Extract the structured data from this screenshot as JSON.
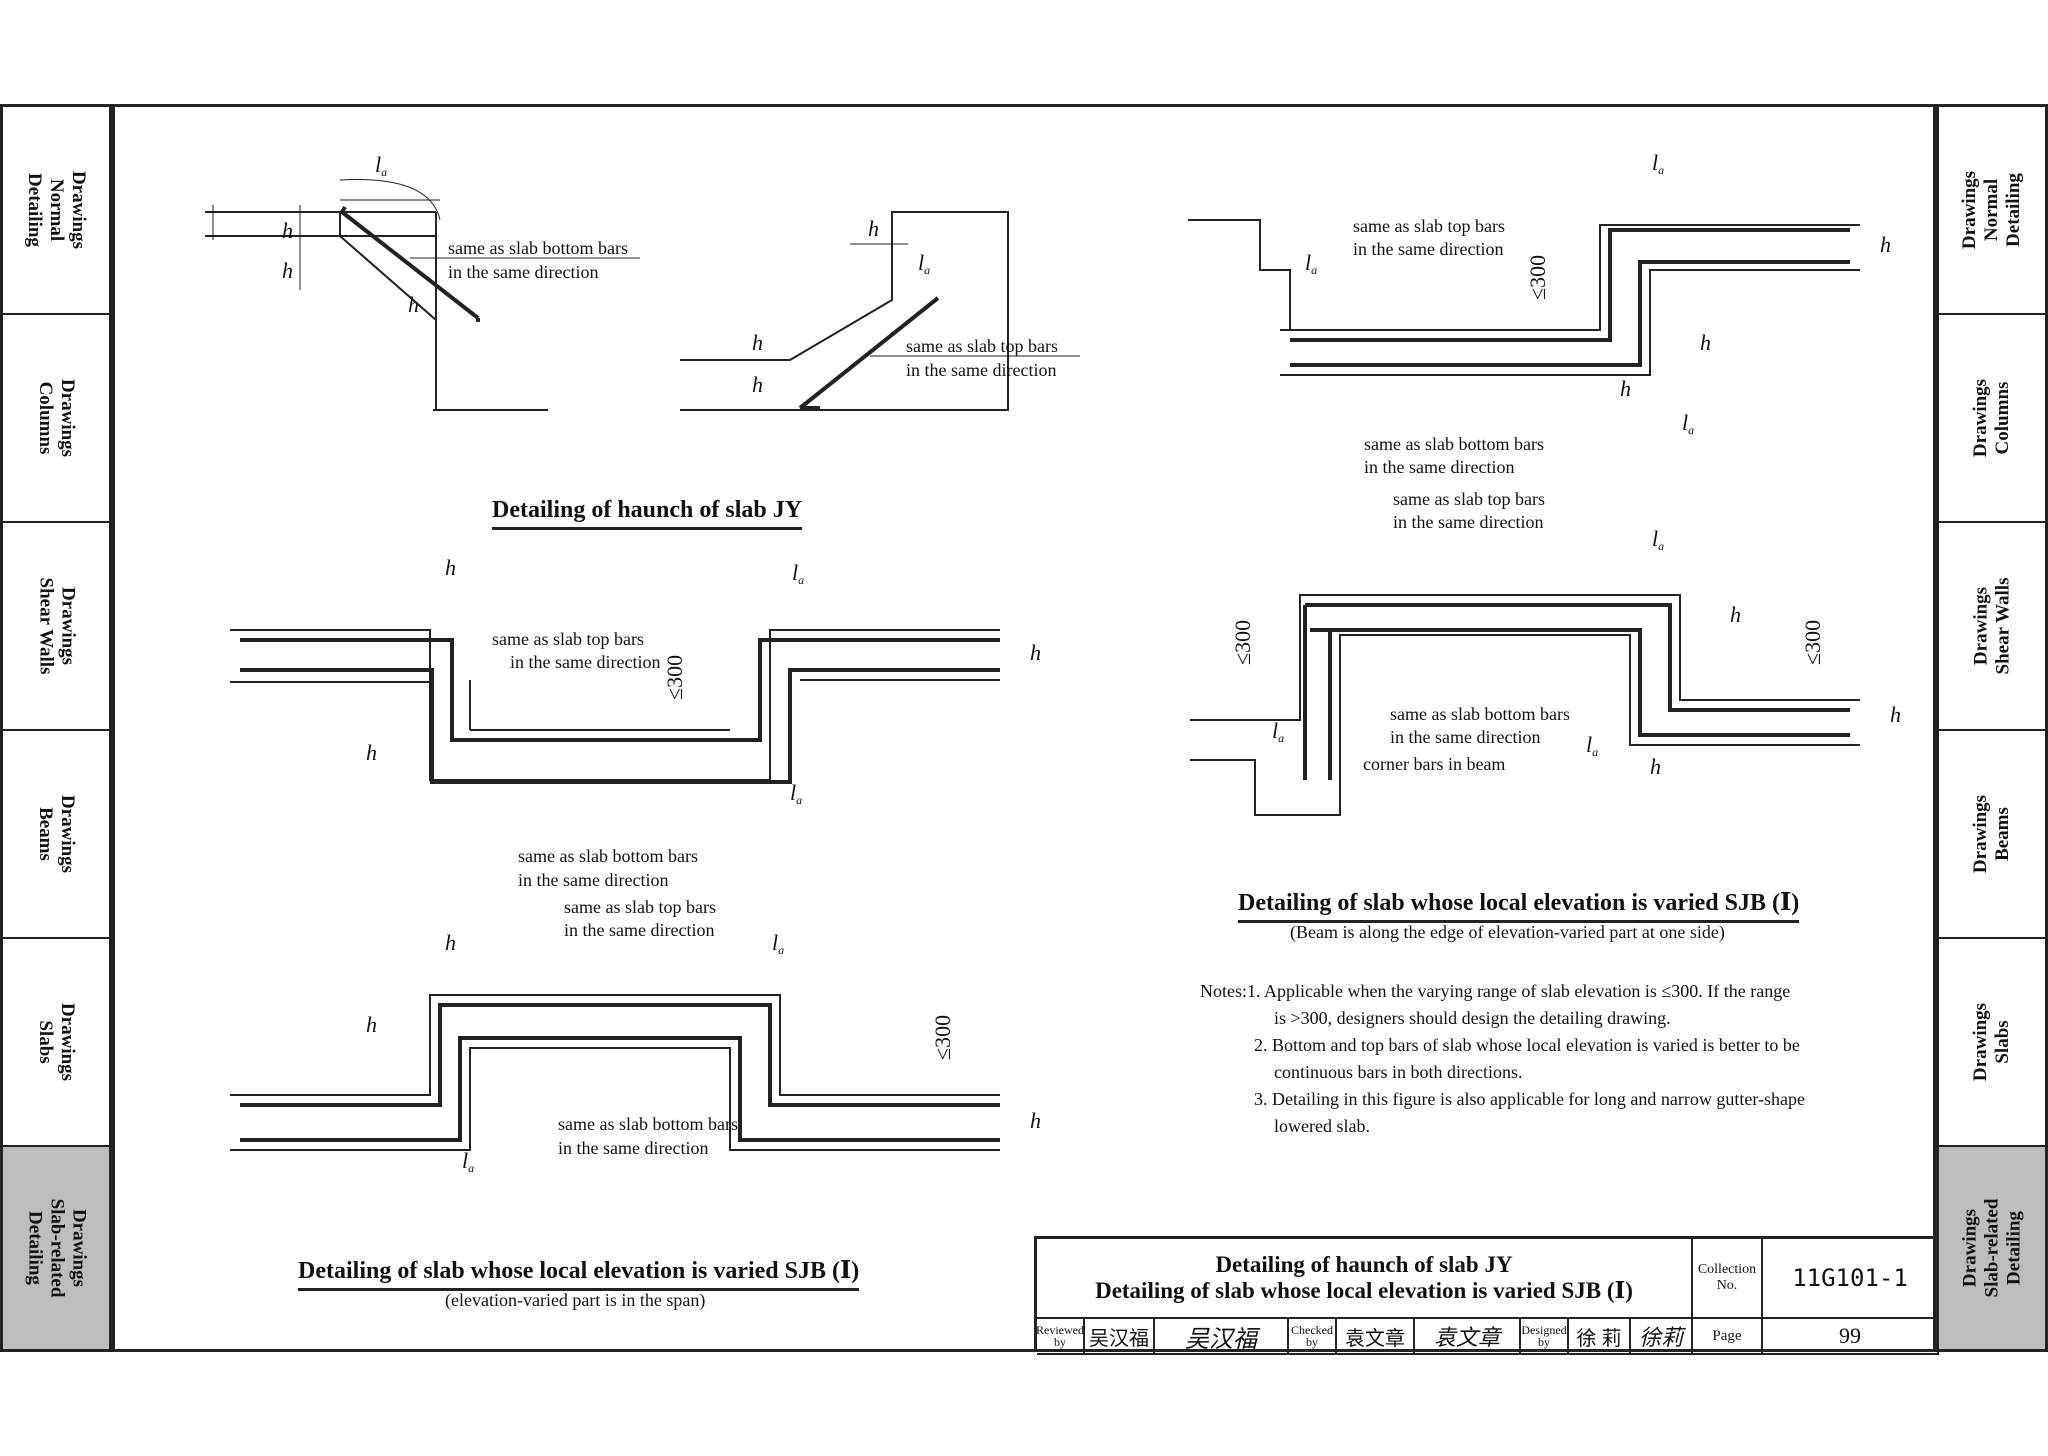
{
  "left_tabs": [
    {
      "label": "Drawings\nNormal Detailing",
      "active": false
    },
    {
      "label": "Drawings\nColumns",
      "active": false
    },
    {
      "label": "Drawings\nShear Walls",
      "active": false
    },
    {
      "label": "Drawings\nBeams",
      "active": false
    },
    {
      "label": "Drawings\nSlabs",
      "active": false
    },
    {
      "label": "Drawings\nSlab-related\nDetailing",
      "active": true
    }
  ],
  "right_tabs": [
    {
      "label": "Drawings\nNormal Detailing",
      "active": false
    },
    {
      "label": "Drawings\nColumns",
      "active": false
    },
    {
      "label": "Drawings\nShear Walls",
      "active": false
    },
    {
      "label": "Drawings\nBeams",
      "active": false
    },
    {
      "label": "Drawings\nSlabs",
      "active": false
    },
    {
      "label": "Drawings\nSlab-related\nDetailing",
      "active": true
    }
  ],
  "annotations": {
    "la": "l",
    "la_sub": "a",
    "h": "h",
    "le300": "≤300",
    "bottom_bars_1": "same as slab bottom bars",
    "bottom_bars_2": "in the same direction",
    "top_bars_1": "same as slab top bars",
    "top_bars_2": "in the same direction",
    "corner_bars": "corner bars in beam"
  },
  "captions": {
    "haunch": "Detailing of haunch of slab JY",
    "sjb_span": "Detailing of slab whose local elevation is varied SJB (Ⅰ)",
    "sjb_span_sub": "(elevation-varied part is in the span)",
    "sjb_beam": "Detailing of slab whose local elevation is varied SJB (Ⅰ)",
    "sjb_beam_sub": "(Beam is along the edge of elevation-varied part at one side)"
  },
  "notes": {
    "lead": "Notes:",
    "n1a": "1. Applicable when the varying range of slab elevation is ≤300. If the range",
    "n1b": "is >300, designers should design the detailing drawing.",
    "n2a": "2. Bottom and top bars of slab whose local elevation is varied is better to be",
    "n2b": "continuous bars in both directions.",
    "n3a": "3. Detailing in this figure is also applicable for long and narrow gutter-shape",
    "n3b": "lowered slab."
  },
  "title_block": {
    "title_line1": "Detailing of haunch of slab JY",
    "title_line2": "Detailing of slab whose local elevation is varied SJB (Ⅰ)",
    "collection_label": "Collection No.",
    "collection_value": "11G101-1",
    "page_label": "Page",
    "page_value": "99",
    "reviewed_label": "Reviewed by",
    "reviewed_name": "吴汉福",
    "reviewed_sig": "吴汉福",
    "checked_label": "Checked by",
    "checked_name": "袁文章",
    "checked_sig": "袁文章",
    "designed_label": "Designed by",
    "designed_name": "徐 莉",
    "designed_sig": "徐莉"
  }
}
